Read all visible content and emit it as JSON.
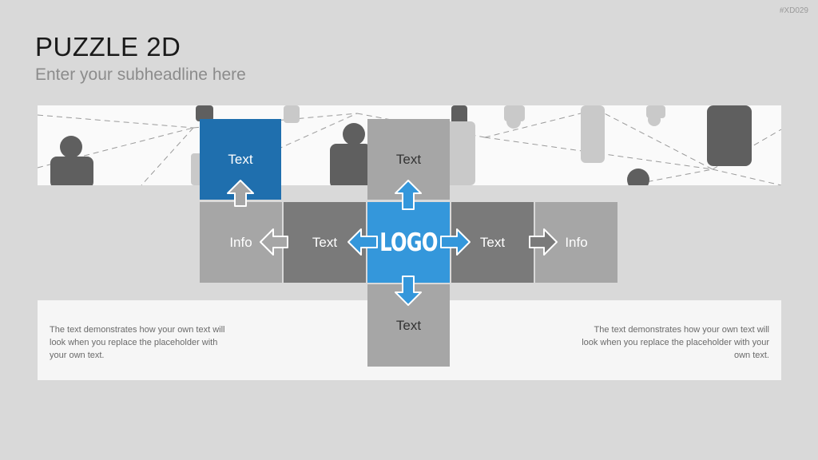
{
  "slide": {
    "id": "#XD029",
    "title": "PUZZLE 2D",
    "subtitle": "Enter your subheadline here"
  },
  "puzzle": {
    "top_left": "Text",
    "top_center": "Text",
    "left_outer": "Info",
    "left_inner": "Text",
    "center": "LOGO",
    "right_inner": "Text",
    "right_outer": "Info",
    "bottom_center": "Text"
  },
  "body": {
    "left": "The text demonstrates how your own text will look when you replace the placeholder with your own text.",
    "right": "The text demonstrates how your own text will look when you replace the placeholder with your own text."
  },
  "colors": {
    "background": "#d9d9d9",
    "dark_blue": "#1f6fae",
    "logo_blue": "#3497db",
    "light_gray": "#a6a6a6",
    "dark_gray": "#7a7a7a"
  },
  "icons": {
    "banner": "network-people-image",
    "arrows": "direction-arrow-icon"
  }
}
